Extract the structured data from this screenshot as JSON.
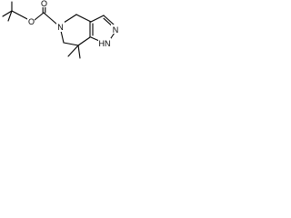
{
  "atoms": {
    "o_ester": "O",
    "o_carbonyl": "O",
    "n_ring": "N",
    "n_pyrazole": "N",
    "nh_pyrazole": "HN"
  },
  "colors": {
    "bond": "#000000",
    "label": "#000000",
    "background": "#ffffff"
  }
}
